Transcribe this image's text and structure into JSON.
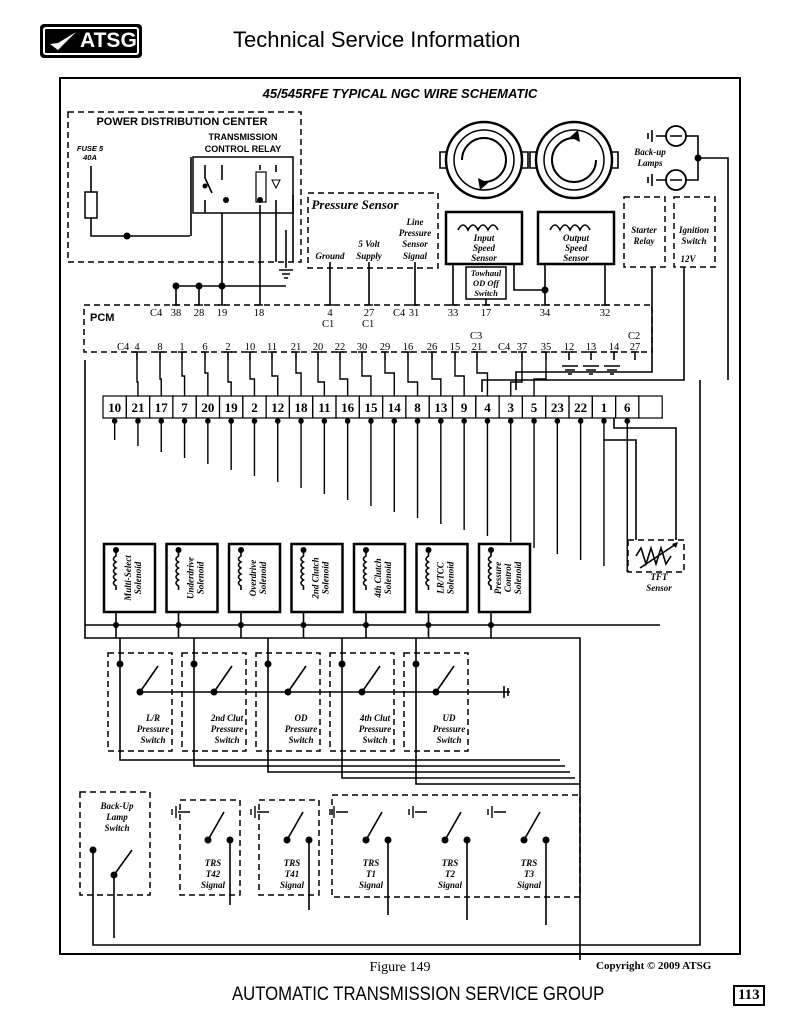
{
  "header": {
    "logo_text": "ATSG",
    "title": "Technical Service Information"
  },
  "diagram": {
    "title": "45/545RFE TYPICAL NGC WIRE SCHEMATIC",
    "pdc": {
      "title": "POWER DISTRIBUTION CENTER",
      "relay_l1": "TRANSMISSION",
      "relay_l2": "CONTROL RELAY",
      "fuse_l1": "FUSE 5",
      "fuse_l2": "40A"
    },
    "pressure_sensor": {
      "title": "Pressure Sensor",
      "ground": "Ground",
      "supply_l1": "5 Volt",
      "supply_l2": "Supply",
      "line_l1": "Line",
      "line_l2": "Pressure",
      "line_l3": "Sensor",
      "line_l4": "Signal"
    },
    "input_speed": [
      "Input",
      "Speed",
      "Sensor"
    ],
    "output_speed": [
      "Output",
      "Speed",
      "Sensor"
    ],
    "towhaul": [
      "Towhaul",
      "OD Off",
      "Switch"
    ],
    "backup_lamps": [
      "Back-up",
      "Lamps"
    ],
    "starter_relay": [
      "Starter",
      "Relay"
    ],
    "ignition": [
      "Ignition",
      "Switch"
    ],
    "v12": "12V",
    "pcm": "PCM",
    "conn": {
      "c4": "C4",
      "c1": "C1",
      "c2": "C2",
      "c3": "C3"
    },
    "pins_top_left": [
      "38",
      "28",
      "19",
      "18"
    ],
    "pins_ps": [
      "4",
      "27"
    ],
    "pins_top_right": [
      "31",
      "33",
      "17",
      "34",
      "32"
    ],
    "pins_bottom": [
      "4",
      "8",
      "1",
      "6",
      "2",
      "10",
      "11",
      "21",
      "20",
      "22",
      "30",
      "29",
      "16",
      "26",
      "15",
      "21",
      "37",
      "35",
      "12",
      "13",
      "14",
      "27"
    ],
    "terminals": [
      "10",
      "21",
      "17",
      "7",
      "20",
      "19",
      "2",
      "12",
      "18",
      "11",
      "16",
      "15",
      "14",
      "8",
      "13",
      "9",
      "4",
      "3",
      "5",
      "23",
      "22",
      "1",
      "6"
    ],
    "solenoids": [
      [
        "Multi-Select",
        "Solenoid"
      ],
      [
        "Underdrive",
        "Solenoid"
      ],
      [
        "Overdrive",
        "Solenoid"
      ],
      [
        "2nd Clutch",
        "Solenoid"
      ],
      [
        "4th Clutch",
        "Solenoid"
      ],
      [
        "LR/TCC",
        "Solenoid"
      ],
      [
        "Pressure",
        "Control",
        "Solenoid"
      ]
    ],
    "tft": [
      "TFT",
      "Sensor"
    ],
    "pressure_switches": [
      [
        "L/R",
        "Pressure",
        "Switch"
      ],
      [
        "2nd Clut",
        "Pressure",
        "Switch"
      ],
      [
        "OD",
        "Pressure",
        "Switch"
      ],
      [
        "4th Clut",
        "Pressure",
        "Switch"
      ],
      [
        "UD",
        "Pressure",
        "Switch"
      ]
    ],
    "backup_switch": [
      "Back-Up",
      "Lamp",
      "Switch"
    ],
    "trs": [
      [
        "TRS",
        "T42",
        "Signal"
      ],
      [
        "TRS",
        "T41",
        "Signal"
      ],
      [
        "TRS",
        "T1",
        "Signal"
      ],
      [
        "TRS",
        "T2",
        "Signal"
      ],
      [
        "TRS",
        "T3",
        "Signal"
      ]
    ]
  },
  "footer": {
    "figure": "Figure 149",
    "copyright": "Copyright © 2009 ATSG",
    "org": "AUTOMATIC TRANSMISSION SERVICE GROUP",
    "page": "113"
  }
}
